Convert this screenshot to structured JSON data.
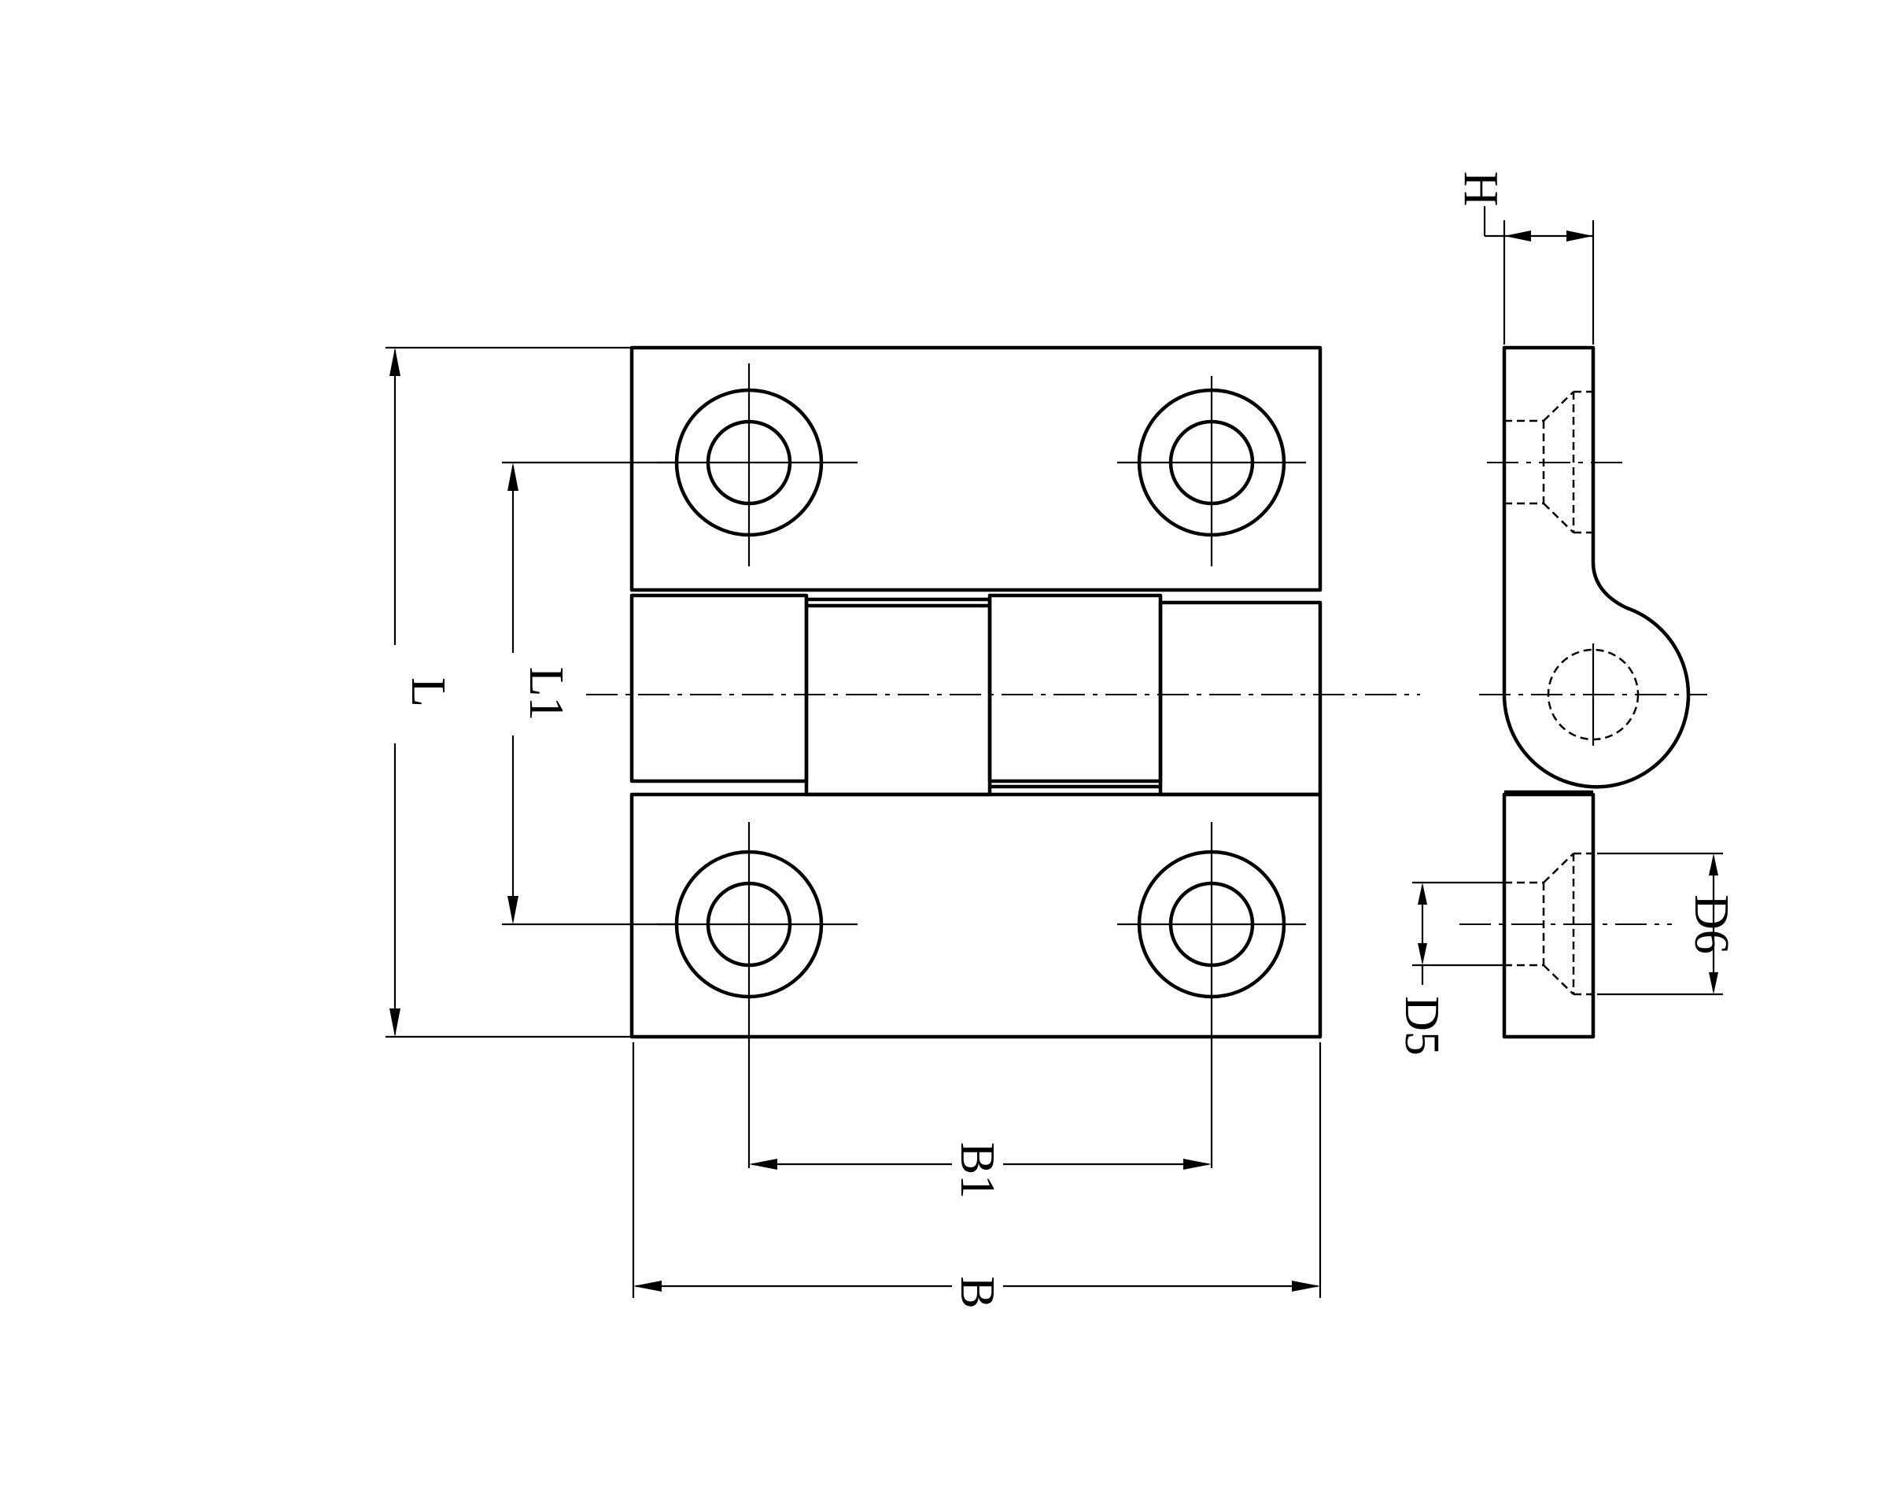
{
  "labels": {
    "L": "L",
    "L1": "L1",
    "B": "B",
    "B1": "B1",
    "H": "H",
    "D5": "D5",
    "D6": "D6"
  }
}
